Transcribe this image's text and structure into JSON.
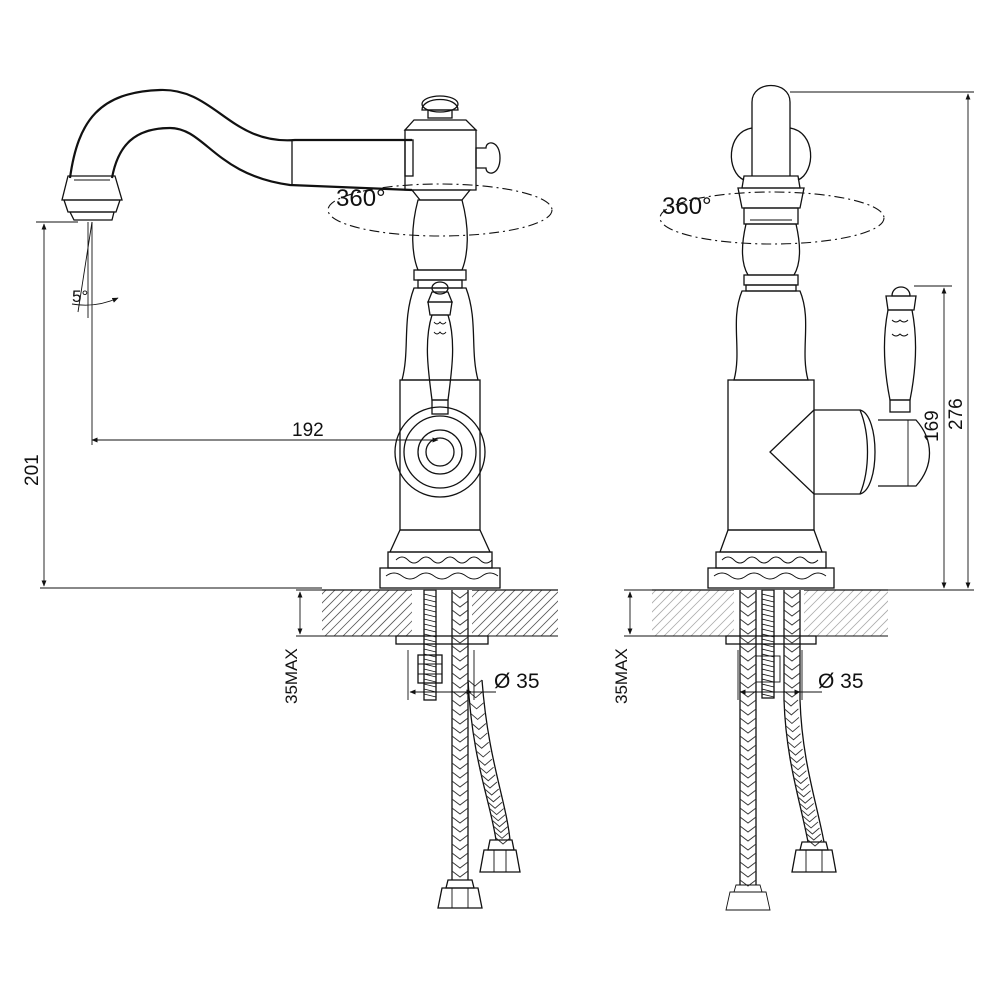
{
  "dimensions": {
    "spout_reach": "192",
    "spout_height": "201",
    "total_height": "276",
    "handle_height": "169",
    "max_countertop": "35MAX",
    "max_countertop_side": "35MAX",
    "hole_diameter": "Ø 35",
    "hole_diameter_side": "Ø 35",
    "swivel_front": "360°",
    "swivel_side": "360°",
    "spout_angle": "5°"
  },
  "colors": {
    "line": "#111111",
    "hatch": "#555555",
    "hatch_light": "#aaaaaa"
  }
}
